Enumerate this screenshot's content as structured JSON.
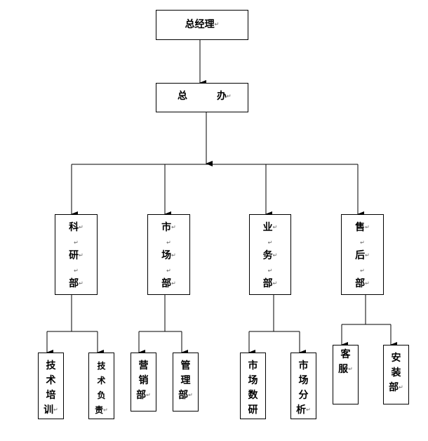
{
  "diagram": {
    "root": "总经理",
    "office": {
      "left": "总",
      "right": "办"
    },
    "return_mark": "↵",
    "departments": [
      {
        "id": "keyan",
        "chars": [
          "科",
          "研",
          "部"
        ],
        "subs": [
          {
            "chars": [
              "技",
              "术",
              "培",
              "训"
            ]
          },
          {
            "chars": [
              "技",
              "术",
              "负",
              "责"
            ]
          }
        ]
      },
      {
        "id": "shichang",
        "chars": [
          "市",
          "场",
          "部"
        ],
        "subs": [
          {
            "chars": [
              "营",
              "销",
              "部"
            ]
          },
          {
            "chars": [
              "管",
              "理",
              "部"
            ]
          }
        ]
      },
      {
        "id": "yewu",
        "chars": [
          "业",
          "务",
          "部"
        ],
        "subs": [
          {
            "chars": [
              "市",
              "场",
              "数",
              "研"
            ]
          },
          {
            "chars": [
              "市",
              "场",
              "分",
              "析"
            ]
          }
        ]
      },
      {
        "id": "shouhou",
        "chars": [
          "售",
          "后",
          "部"
        ],
        "subs": [
          {
            "chars": [
              "客",
              "服"
            ]
          },
          {
            "chars": [
              "安",
              "装",
              "部"
            ]
          }
        ]
      }
    ]
  }
}
